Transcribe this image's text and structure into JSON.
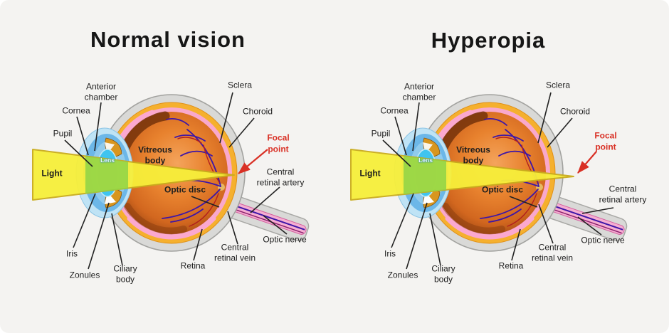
{
  "figure": {
    "description": "Side-by-side labeled eye anatomy diagrams comparing light focus",
    "panels": [
      {
        "id": "normal",
        "title": "Normal vision"
      },
      {
        "id": "hyperopia",
        "title": "Hyperopia"
      }
    ],
    "labels": {
      "anterior_chamber_1": "Anterior",
      "anterior_chamber_2": "chamber",
      "cornea": "Cornea",
      "pupil": "Pupil",
      "light": "Light",
      "lens": "Lens",
      "sclera": "Sclera",
      "choroid": "Choroid",
      "focal_1": "Focal",
      "focal_2": "point",
      "artery_1": "Central",
      "artery_2": "retinal artery",
      "vein_1": "Central",
      "vein_2": "retinal vein",
      "optic_nerve": "Optic nerve",
      "retina": "Retina",
      "optic_disc": "Optic disc",
      "vitreous_1": "Vitreous",
      "vitreous_2": "body",
      "iris": "Iris",
      "zonules": "Zonules",
      "ciliary_1": "Ciliary",
      "ciliary_2": "body"
    },
    "colors": {
      "background": "#f4f3f1",
      "title_text": "#161616",
      "label_text": "#1e1e1e",
      "focal_red": "#d93025",
      "light_beam_yellow": "#f7ef3a",
      "beam_through_lens_green": "#8ed447",
      "sclera_gray": "#d9d9d7",
      "choroid_gold": "#f5b02e",
      "retina_pink": "#f9a8cc",
      "vitreous_orange": "#e8822e",
      "lens_cyan": "#3fc4ef",
      "cornea_blue": "#6cb7e8",
      "vessel_purple": "#3d16a8",
      "vessel_red": "#b11f1f"
    }
  }
}
